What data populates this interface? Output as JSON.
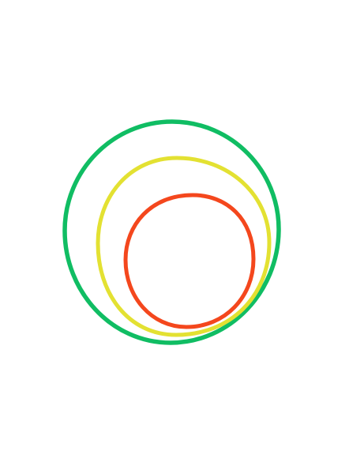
{
  "scene": {
    "background": "#ffffff",
    "rings": [
      {
        "name": "outer-ring",
        "color": "#10bd63"
      },
      {
        "name": "middle-ring",
        "color": "#e3e132"
      },
      {
        "name": "inner-ring",
        "color": "#f4471d"
      }
    ]
  }
}
